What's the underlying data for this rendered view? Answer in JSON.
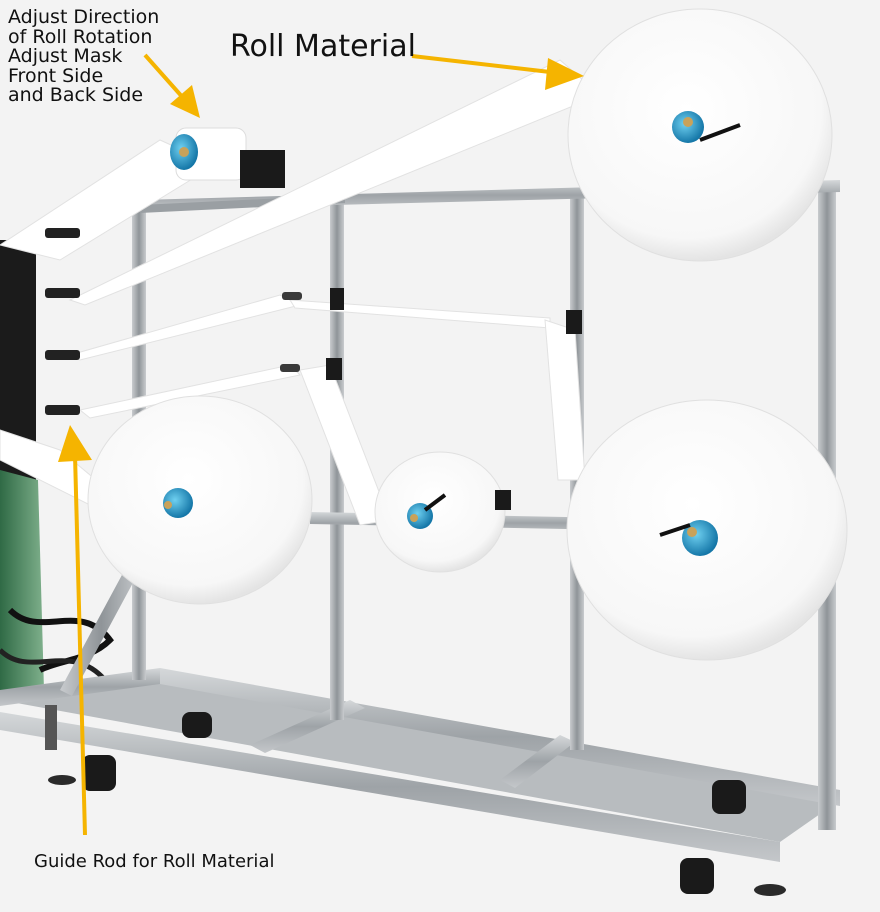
{
  "annotations": {
    "adjust_direction": {
      "lines": [
        "Adjust Direction",
        "of Roll Rotation",
        "Adjust Mask",
        "Front Side",
        "and Back Side"
      ]
    },
    "roll_material": "Roll Material",
    "guide_rod": "Guide Rod for Roll Material"
  },
  "colors": {
    "background": "#f3f3f3",
    "arrow": "#f5b400",
    "frame": "#aeb3b7",
    "roll": "#ffffff",
    "hub": "#1f9fd0",
    "machine_side": "#3e7a55"
  }
}
